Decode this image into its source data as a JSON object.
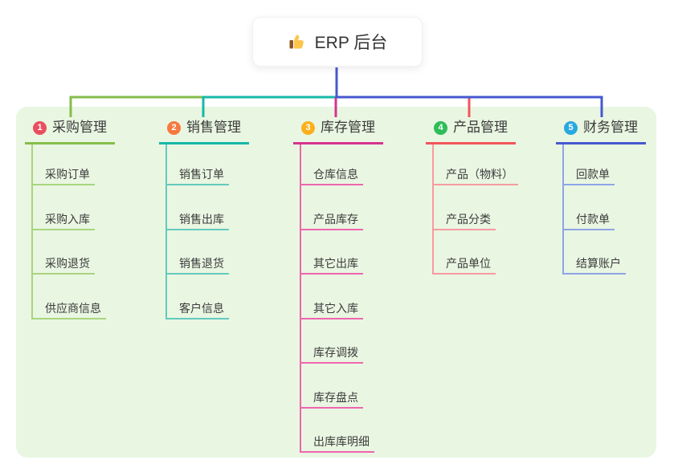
{
  "root_node": {
    "icon": "thumbs-up-icon",
    "label": "ERP 后台"
  },
  "branches": [
    {
      "badge": "1",
      "label": "采购管理",
      "badge_color": "#ea4f5e",
      "line_color": "#85bd4a",
      "child_line_color": "#a9d57e",
      "children": [
        "采购订单",
        "采购入库",
        "采购退货",
        "供应商信息"
      ]
    },
    {
      "badge": "2",
      "label": "销售管理",
      "badge_color": "#f8793f",
      "line_color": "#16b8a8",
      "child_line_color": "#63cabd",
      "children": [
        "销售订单",
        "销售出库",
        "销售退货",
        "客户信息"
      ]
    },
    {
      "badge": "3",
      "label": "库存管理",
      "badge_color": "#fcaf1b",
      "line_color": "#d6338f",
      "child_line_color": "#ee66ae",
      "children": [
        "仓库信息",
        "产品库存",
        "其它出库",
        "其它入库",
        "库存调拨",
        "库存盘点",
        "出库库明细"
      ]
    },
    {
      "badge": "4",
      "label": "产品管理",
      "badge_color": "#2ebd59",
      "line_color": "#f2555a",
      "child_line_color": "#f79ba0",
      "children": [
        "产品（物料）",
        "产品分类",
        "产品单位"
      ]
    },
    {
      "badge": "5",
      "label": "财务管理",
      "badge_color": "#2aa8e0",
      "line_color": "#4558d0",
      "child_line_color": "#8ea4e8",
      "children": [
        "回款单",
        "付款单",
        "结算账户"
      ]
    }
  ],
  "colors": {
    "canvas_bg": "#ffffff",
    "panel_bg": "#e9f6e2",
    "stem": "#4558d0",
    "text": "#3c3c3c"
  }
}
